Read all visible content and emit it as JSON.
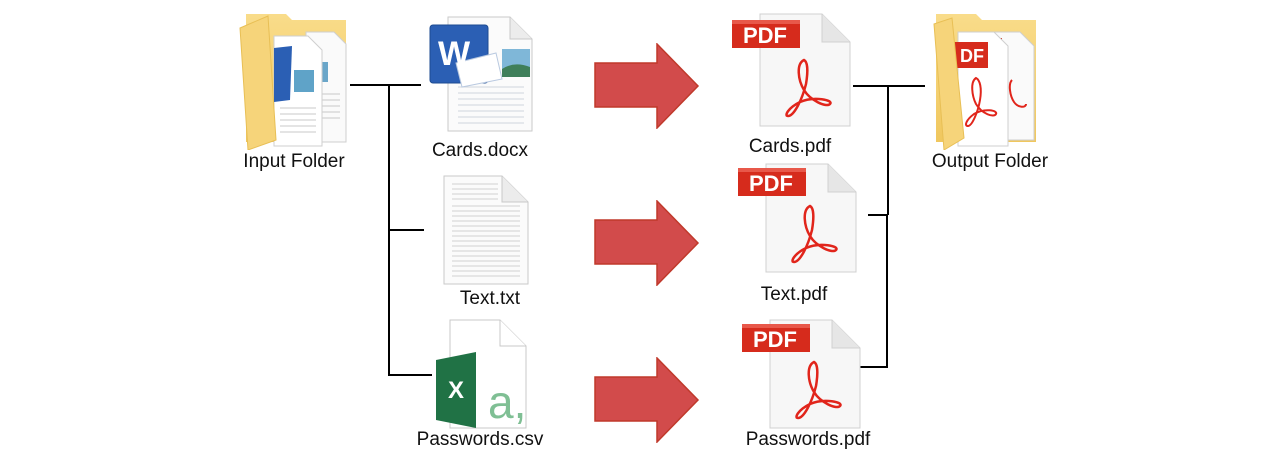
{
  "diagram": {
    "type": "file-conversion-flow",
    "colors": {
      "arrow_fill": "#d24b4b",
      "arrow_stroke": "#c0392b",
      "pdf_badge": "#d62b1c",
      "word_blue": "#2b5fb4",
      "excel_green": "#207245",
      "csv_letter": "#7fbf94",
      "folder_yellow": "#f6d47a",
      "connector": "#000000"
    },
    "input_folder": {
      "label": "Input Folder",
      "icon": "folder-with-documents-icon"
    },
    "output_folder": {
      "label": "Output Folder",
      "icon": "folder-with-pdfs-icon"
    },
    "input_files": [
      {
        "label": "Cards.docx",
        "icon": "word-document-icon",
        "badge": "W"
      },
      {
        "label": "Text.txt",
        "icon": "text-file-icon"
      },
      {
        "label": "Passwords.csv",
        "icon": "csv-file-icon",
        "badge": "X",
        "glyph": "a,"
      }
    ],
    "output_files": [
      {
        "label": "Cards.pdf",
        "icon": "pdf-file-icon",
        "badge": "PDF"
      },
      {
        "label": "Text.pdf",
        "icon": "pdf-file-icon",
        "badge": "PDF"
      },
      {
        "label": "Passwords.pdf",
        "icon": "pdf-file-icon",
        "badge": "PDF"
      }
    ],
    "arrows": [
      {
        "from": "Cards.docx",
        "to": "Cards.pdf"
      },
      {
        "from": "Text.txt",
        "to": "Text.pdf"
      },
      {
        "from": "Passwords.csv",
        "to": "Passwords.pdf"
      }
    ]
  }
}
